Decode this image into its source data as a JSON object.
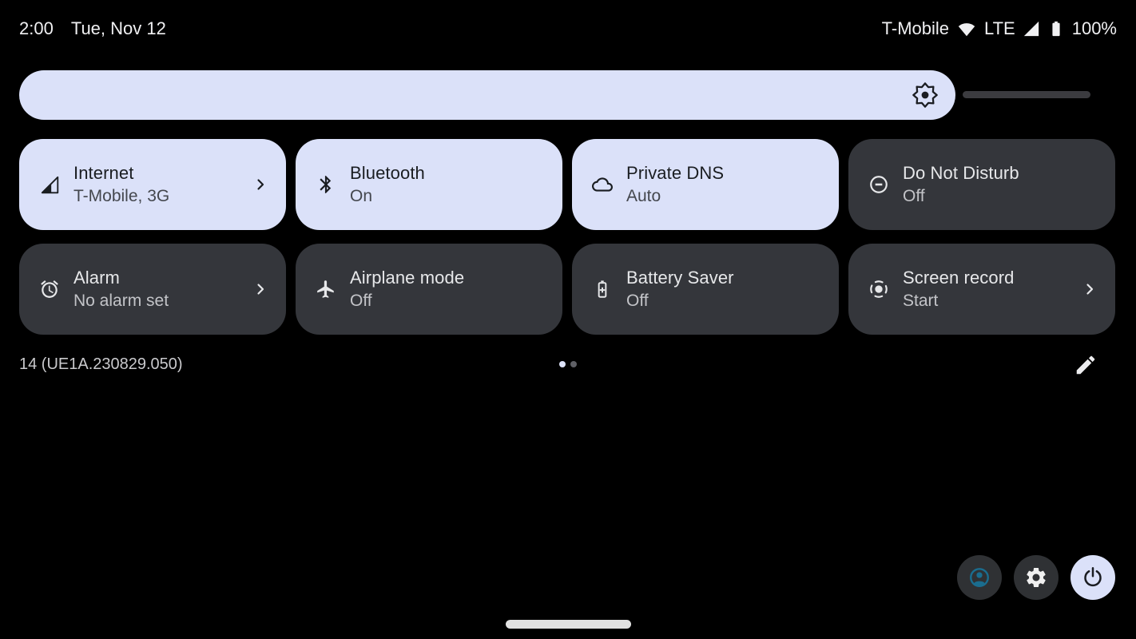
{
  "status_bar": {
    "time": "2:00",
    "date": "Tue, Nov 12",
    "carrier": "T-Mobile",
    "network_type": "LTE",
    "battery_percent": "100%"
  },
  "brightness": {
    "fill_percent": 87
  },
  "tiles": [
    {
      "label": "Internet",
      "status": "T-Mobile, 3G",
      "icon": "cellular-signal-icon",
      "active": true,
      "chevron": true
    },
    {
      "label": "Bluetooth",
      "status": "On",
      "icon": "bluetooth-icon",
      "active": true,
      "chevron": false
    },
    {
      "label": "Private DNS",
      "status": "Auto",
      "icon": "cloud-icon",
      "active": true,
      "chevron": false
    },
    {
      "label": "Do Not Disturb",
      "status": "Off",
      "icon": "do-not-disturb-icon",
      "active": false,
      "chevron": false
    },
    {
      "label": "Alarm",
      "status": "No alarm set",
      "icon": "alarm-icon",
      "active": false,
      "chevron": true
    },
    {
      "label": "Airplane mode",
      "status": "Off",
      "icon": "airplane-icon",
      "active": false,
      "chevron": false
    },
    {
      "label": "Battery Saver",
      "status": "Off",
      "icon": "battery-saver-icon",
      "active": false,
      "chevron": false
    },
    {
      "label": "Screen record",
      "status": "Start",
      "icon": "screen-record-icon",
      "active": false,
      "chevron": true
    }
  ],
  "footer": {
    "build_number": "14 (UE1A.230829.050)",
    "page_dots": {
      "count": 2,
      "active_index": 0
    }
  },
  "colors": {
    "background": "#000000",
    "tile_active_bg": "#dbe1f9",
    "tile_inactive_bg": "#34363b",
    "active_text": "#1a1d21",
    "inactive_text": "#e7e8ea",
    "avatar_accent": "#1a6d8f",
    "slider_track": "#3b3b3f"
  }
}
